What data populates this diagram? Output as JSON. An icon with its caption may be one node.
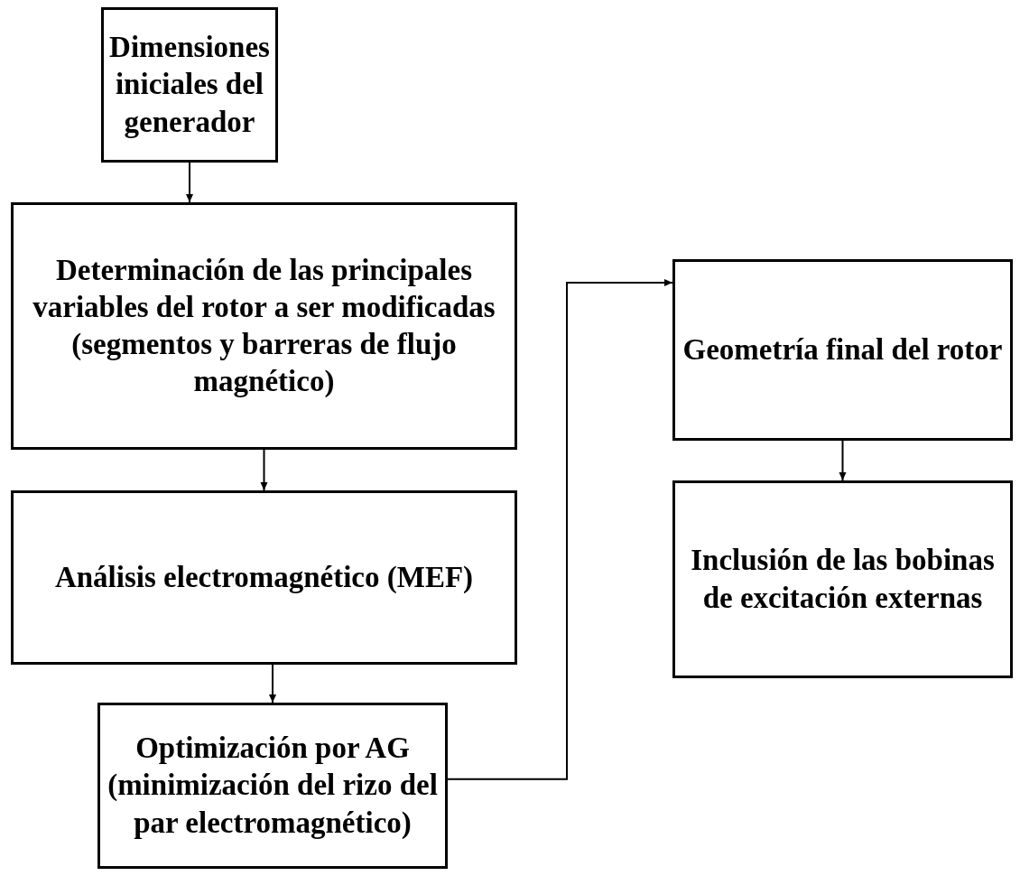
{
  "diagram": {
    "nodes": [
      {
        "text": [
          "Dimensiones iniciales del generador"
        ]
      },
      {
        "text": [
          "Determinación de las principales variables del rotor a ser modificadas (segmentos y barreras de flujo magnético)"
        ]
      },
      {
        "text": [
          "Análisis electromagnético (MEF)"
        ]
      },
      {
        "text": [
          "Optimización por AG (minimización del rizo del par electromagnético)"
        ]
      },
      {
        "text": [
          "Geometría final del rotor"
        ]
      },
      {
        "text": [
          "Inclusión de las bobinas de excitación externas"
        ]
      }
    ],
    "edges": [
      {
        "from": 0,
        "to": 1,
        "arrow": "to"
      },
      {
        "from": 1,
        "to": 2,
        "arrow": "to"
      },
      {
        "from": 2,
        "to": 3,
        "arrow": "to"
      },
      {
        "from": 3,
        "to": 4,
        "arrow": "to"
      },
      {
        "from": 4,
        "to": 5,
        "arrow": "to"
      }
    ]
  }
}
